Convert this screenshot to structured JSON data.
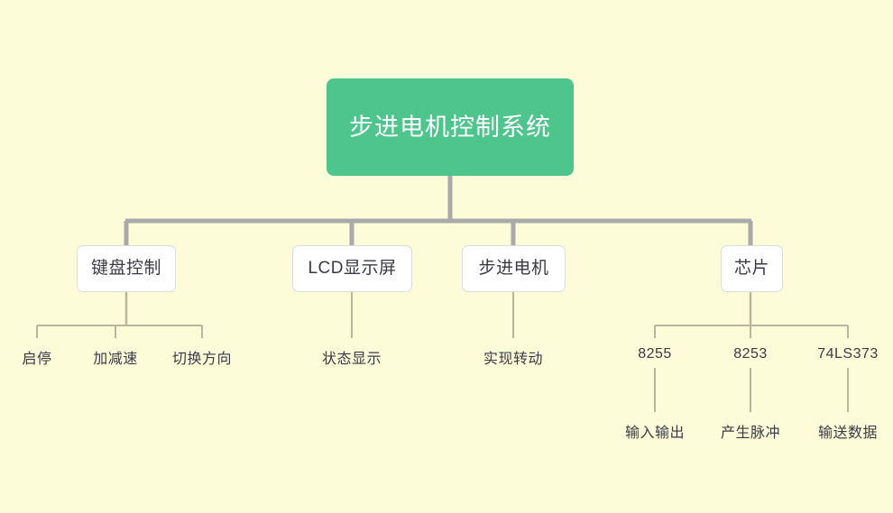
{
  "diagram": {
    "title": "步进电机控制系统",
    "type": "tree",
    "background_color": "#fdfcd9",
    "root": {
      "label": "步进电机控制系统",
      "fill_color": "#4ec58d",
      "text_color": "#ffffff"
    },
    "branches": [
      {
        "label": "键盘控制",
        "children": [
          {
            "label": "启停"
          },
          {
            "label": "加减速"
          },
          {
            "label": "切换方向"
          }
        ]
      },
      {
        "label": "LCD显示屏",
        "children": [
          {
            "label": "状态显示"
          }
        ]
      },
      {
        "label": "步进电机",
        "children": [
          {
            "label": "实现转动"
          }
        ]
      },
      {
        "label": "芯片",
        "children": [
          {
            "label": "8255",
            "children": [
              {
                "label": "输入输出"
              }
            ]
          },
          {
            "label": "8253",
            "children": [
              {
                "label": "产生脉冲"
              }
            ]
          },
          {
            "label": "74LS373",
            "children": [
              {
                "label": "输送数据"
              }
            ]
          }
        ]
      }
    ],
    "connector_color_primary": "#aaaaaa",
    "connector_color_secondary": "#b8b5a0"
  }
}
